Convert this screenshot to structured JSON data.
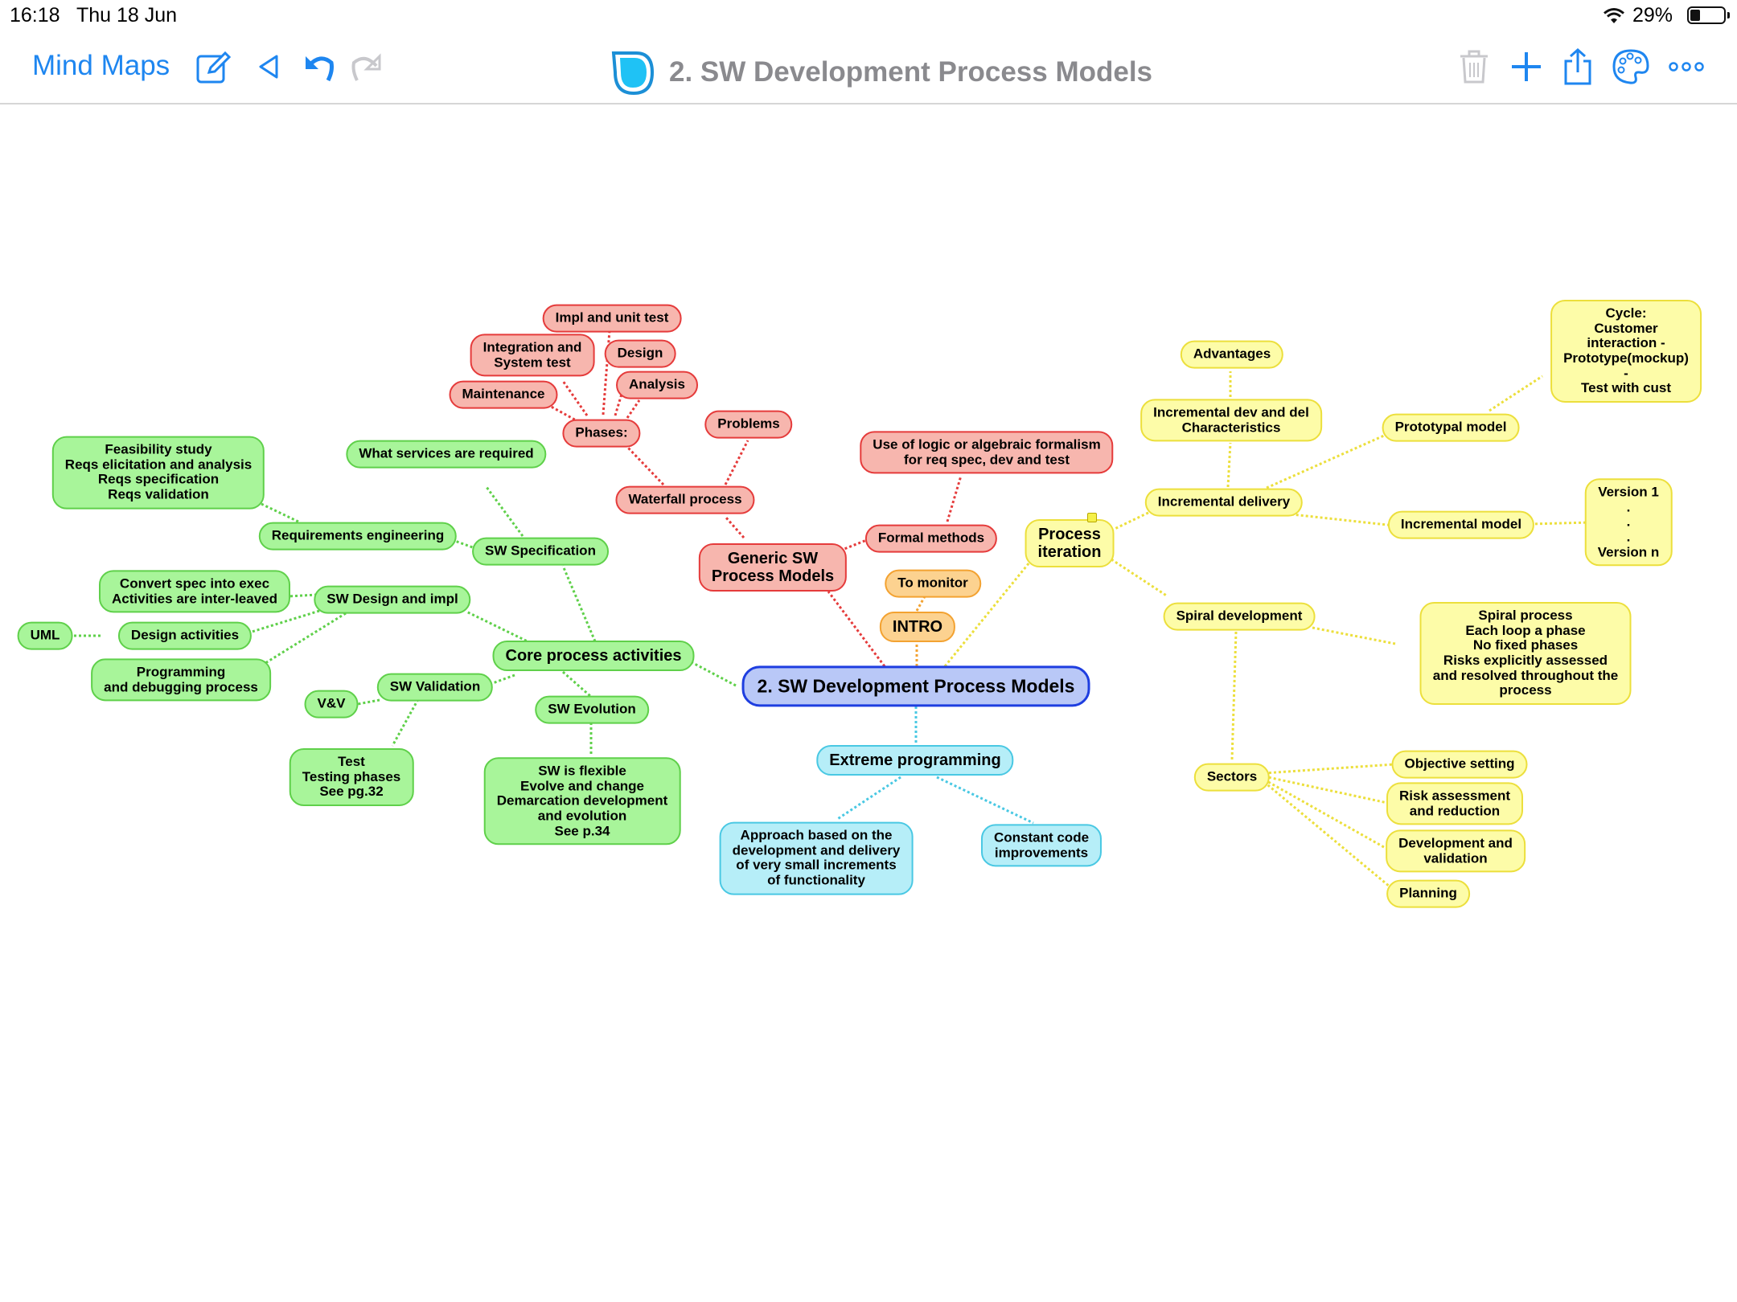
{
  "status": {
    "time": "16:18",
    "date": "Thu 18 Jun",
    "battery": "29%",
    "battery_level": 0.29
  },
  "toolbar": {
    "back_label": "Mind Maps",
    "doc_title": "2. SW Development Process Models",
    "accent": "#1e86f0"
  },
  "map": {
    "center": "2. SW Development Process Models",
    "intro": {
      "label": "INTRO",
      "monitor": "To monitor"
    },
    "generic": {
      "label": "Generic SW\nProcess Models",
      "waterfall": "Waterfall process",
      "problems": "Problems",
      "phases": "Phases:",
      "maintenance": "Maintenance",
      "integration": "Integration and\nSystem test",
      "impl": "Impl and unit test",
      "design": "Design",
      "analysis": "Analysis",
      "formal": "Formal methods",
      "formal_desc": "Use of logic or algebraic formalism\nfor req spec, dev and test"
    },
    "core": {
      "label": "Core process activities",
      "spec": "SW Specification",
      "services": "What services are required",
      "req_eng": "Requirements engineering",
      "feasibility": "Feasibility study\nReqs elicitation and analysis\nReqs specification\nReqs validation",
      "design_impl": "SW Design and impl",
      "convert": "Convert spec into exec\nActivities are inter-leaved",
      "design_act": "Design activities",
      "uml": "UML",
      "programming": "Programming\nand debugging process",
      "validation": "SW Validation",
      "vv": "V&V",
      "test": "Test\nTesting phases\nSee pg.32",
      "evolution": "SW Evolution",
      "flexible": "SW is flexible\nEvolve and change\nDemarcation development\nand evolution\nSee p.34"
    },
    "xp": {
      "label": "Extreme programming",
      "approach": "Approach based on the\ndevelopment and delivery\nof very small increments\nof functionality",
      "constant": "Constant code\nimprovements"
    },
    "iteration": {
      "label": "Process\niteration",
      "incremental_delivery": "Incremental delivery",
      "inc_dev_del": "Incremental dev and del\nCharacteristics",
      "advantages": "Advantages",
      "prototypal": "Prototypal model",
      "cycle": "Cycle:\nCustomer interaction -\nPrototype(mockup) -\nTest with cust",
      "incremental_model": "Incremental model",
      "versions": "Version 1\n.\n.\n.\nVersion n",
      "spiral": "Spiral development",
      "spiral_desc": "Spiral process\nEach loop a phase\nNo fixed phases\nRisks explicitly assessed\nand resolved throughout the process",
      "sectors": "Sectors",
      "objective": "Objective setting",
      "risk": "Risk assessment\nand reduction",
      "devval": "Development and\nvalidation",
      "planning": "Planning"
    }
  },
  "colors": {
    "green": "#5fd04a",
    "red": "#e53b3b",
    "yellow": "#ecdf3c",
    "cyan": "#49c8e3",
    "orange": "#f3a231",
    "center": "#1e3ee0"
  }
}
